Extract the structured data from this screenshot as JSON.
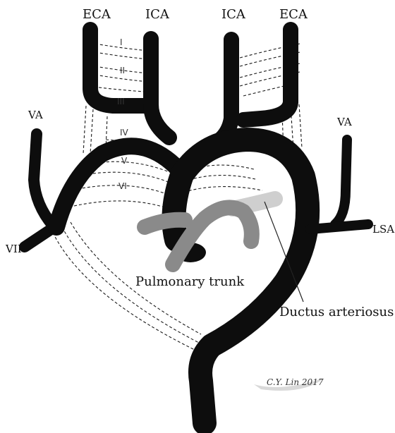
{
  "labels": {
    "eca_left": "ECA",
    "ica_left": "ICA",
    "ica_right": "ICA",
    "eca_right": "ECA",
    "va_left": "VA",
    "va_right": "VA",
    "vii": "VII",
    "lsa": "LSA",
    "pulmonary_trunk": "Pulmonary trunk",
    "ductus_arteriosus": "Ductus arteriosus"
  },
  "arch_numbers": [
    "I",
    "II",
    "III",
    "IV",
    "V",
    "VI"
  ],
  "signature": "C.Y. Lin 2017",
  "colors": {
    "vessel": "#0d0d0d",
    "pulmonary_trunk": "#8a8a8a",
    "ductus_arteriosus": "#cfcfcf",
    "dashed_arches": "#1a1a1a",
    "background": "#ffffff"
  }
}
